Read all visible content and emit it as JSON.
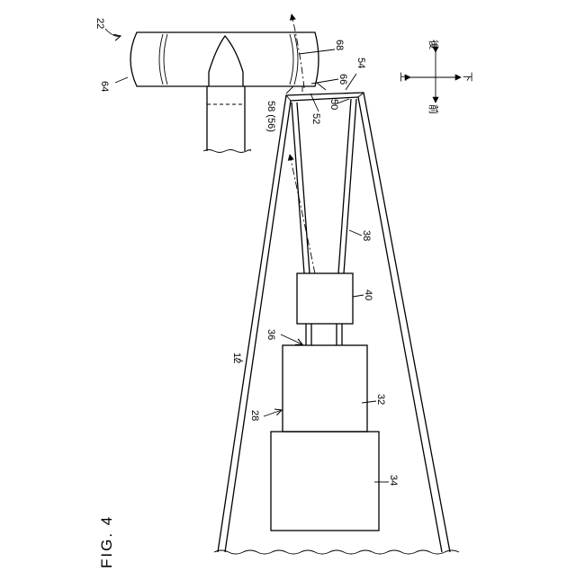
{
  "figure_label": "FIG. 4",
  "reference_numerals": {
    "n12": "12",
    "n22": "22",
    "n28": "28",
    "n32": "32",
    "n34": "34",
    "n36": "36",
    "n38": "38",
    "n40": "40",
    "n50": "50",
    "n52": "52",
    "n54": "54",
    "n58": "58 (56)",
    "n64": "64",
    "n66": "66",
    "n68": "68"
  },
  "direction_indicator": {
    "up": "上",
    "down": "下",
    "front": "前",
    "rear": "後"
  }
}
